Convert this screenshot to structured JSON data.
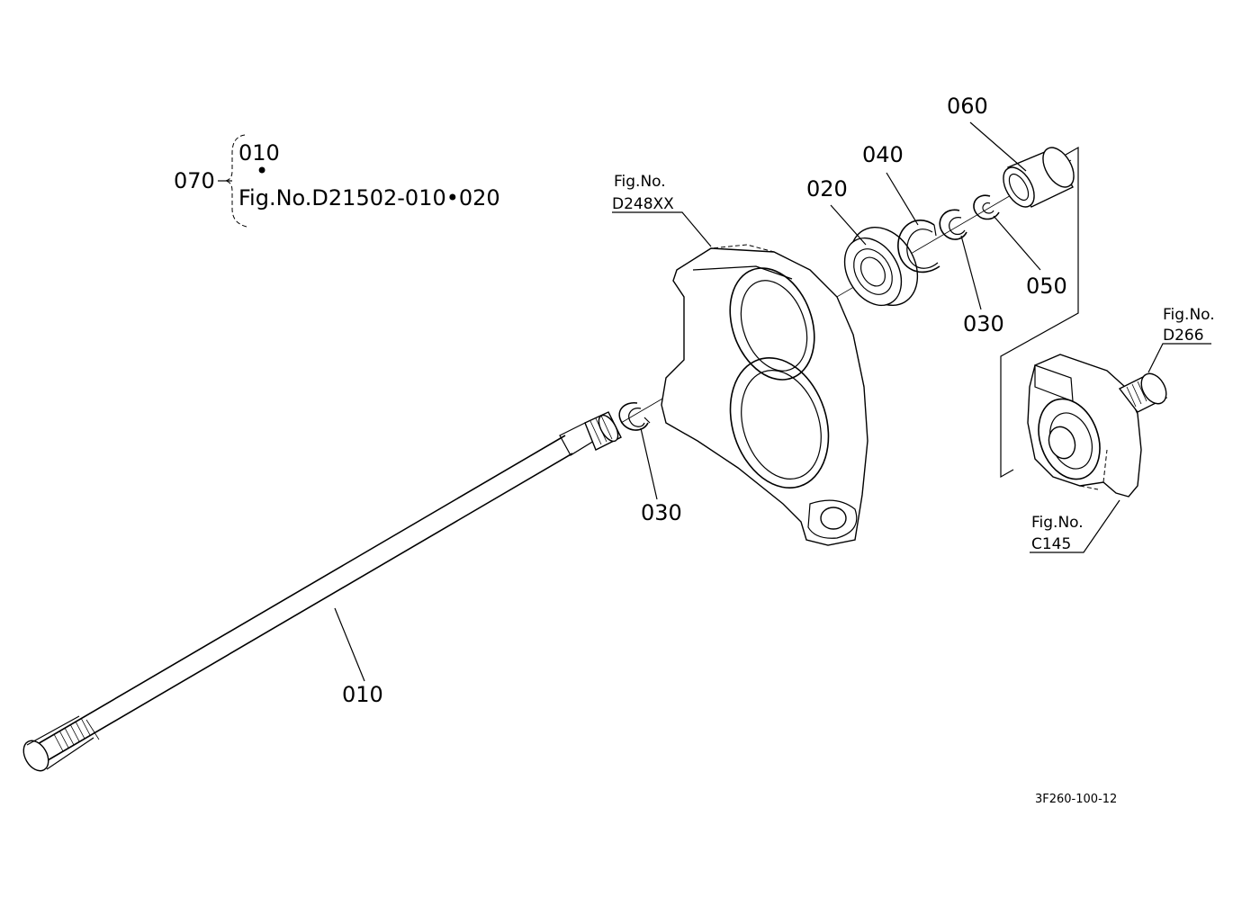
{
  "diagram": {
    "assembly_group": {
      "number": "070",
      "items": [
        "010",
        "•",
        "Fig.No.D21502-010•020"
      ]
    },
    "callouts": {
      "shaft": "010",
      "bearing": "020",
      "circlip_left": "030",
      "circlip_right": "030",
      "snap_ring": "040",
      "clip": "050",
      "collar": "060"
    },
    "figure_refs": {
      "housing_line1": "Fig.No.",
      "housing_line2": "D248XX",
      "gear_line1": "Fig.No.",
      "gear_line2": "D266",
      "block_line1": "Fig.No.",
      "block_line2": "C145"
    },
    "drawing_code": "3F260-100-12"
  }
}
